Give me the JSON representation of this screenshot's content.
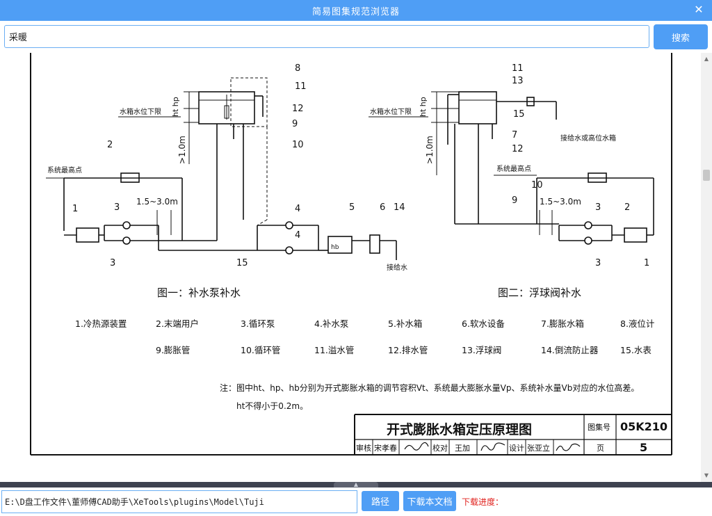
{
  "window": {
    "title": "简易图集规范浏览器",
    "close_symbol": "✕"
  },
  "search": {
    "value": "采暖",
    "button_label": "搜索"
  },
  "drawing": {
    "figure1_caption": "图一：补水泵补水",
    "figure2_caption": "图二：浮球阀补水",
    "labels": {
      "water_low_level": "水箱水位下限",
      "system_high_point": "系统最高点",
      "makeup_water": "接给水",
      "supply_or_high_tank": "接给水或高位水箱",
      "distance": "1.5~3.0m",
      "height_ht_hp": "ht hp",
      "height_1m": ">1.0m",
      "hb": "hb"
    },
    "legend_row1": [
      "1.冷热源装置",
      "2.末端用户",
      "3.循环泵",
      "4.补水泵",
      "5.补水箱",
      "6.软水设备",
      "7.膨胀水箱",
      "8.液位计"
    ],
    "legend_row2": [
      "9.膨胀管",
      "10.循环管",
      "11.溢水管",
      "12.排水管",
      "13.浮球阀",
      "14.倒流防止器",
      "15.水表"
    ],
    "note_line1": "注：图中ht、hp、hb分别为开式膨胀水箱的调节容积Vt、系统最大膨胀水量Vp、系统补水量Vb对应的水位高差。",
    "note_line2": "ht不得小于0.2m。",
    "title_block": {
      "title": "开式膨胀水箱定压原理图",
      "atlas_label": "图集号",
      "atlas_number": "05K210",
      "review_label": "审核",
      "reviewer": "宋孝春",
      "check_label": "校对",
      "checker": "王加",
      "design_label": "设计",
      "designer": "张亚立",
      "page_label": "页",
      "page_number": "5"
    }
  },
  "bottom": {
    "path_value": "E:\\D盘工作文件\\董师傅CAD助手\\XeTools\\plugins\\Model\\Tuji",
    "path_button": "路径",
    "download_button": "下载本文档",
    "progress_label": "下载进度："
  }
}
